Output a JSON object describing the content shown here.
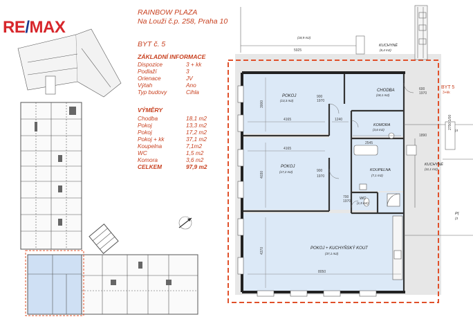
{
  "brand": {
    "logo_left": "RE",
    "logo_slash": "/",
    "logo_right": "MAX"
  },
  "header": {
    "title": "RAINBOW PLAZA",
    "address": "Na Louži č.p. 258, Praha 10"
  },
  "apartment": {
    "label": "BYT č. 5"
  },
  "basic_info": {
    "heading": "ZÁKLADNÍ INFORMACE",
    "rows": [
      {
        "key": "Dispozice",
        "value": "3 + kk"
      },
      {
        "key": "Podlaží",
        "value": "3"
      },
      {
        "key": "Orienace",
        "value": "JV"
      },
      {
        "key": "Výtah",
        "value": "Ano"
      },
      {
        "key": "Typ budovy",
        "value": "Cihla"
      }
    ]
  },
  "areas": {
    "heading": "VÝMĚRY",
    "rows": [
      {
        "key": "Chodba",
        "value": "18,1 m2"
      },
      {
        "key": "Pokoj",
        "value": "13,3 m2"
      },
      {
        "key": "Pokoj",
        "value": "17,2 m2"
      },
      {
        "key": "Pokoj + kk",
        "value": "37,1 m2"
      },
      {
        "key": "Koupelna",
        "value": "7,1m2"
      },
      {
        "key": "WC",
        "value": "1,5 m2"
      },
      {
        "key": "Komora",
        "value": "3,6 m2"
      }
    ],
    "total_key": "CELKEM",
    "total_value": "97,9 m2"
  },
  "plan": {
    "unit_label": "BYT 5",
    "unit_type": "3+kk",
    "rooms": {
      "pokoj1": {
        "name": "POKOJ",
        "area": "(13,3 m2)"
      },
      "chodba": {
        "name": "CHODBA",
        "area": "(18,1 m2)"
      },
      "komora": {
        "name": "KOMORA",
        "area": "(3,6 m2)"
      },
      "pokoj2": {
        "name": "POKOJ",
        "area": "(17,2 m2)"
      },
      "koupelna": {
        "name": "KOUPELNA",
        "area": "(7,1 m2)"
      },
      "wc": {
        "name": "WC",
        "area": "(1,5 m2)"
      },
      "obyvak": {
        "name": "POKOJ + KUCHYŇSKÝ KOUT",
        "area": "(37,1 m2)"
      },
      "kuchyne_top": {
        "name": "KUCHYNĚ",
        "area": "(6,4 m2)"
      },
      "kuchyne_right": {
        "name": "KUCHYNĚ",
        "area": "(11,1 m2)"
      },
      "top_left_area": "(18,9 m2)",
      "p_right": "P(",
      "p_right_area": "(3",
      "r_partial": "(4"
    },
    "dimensions": {
      "d5925": "5925",
      "d4165a": "4165",
      "d4165b": "4165",
      "d1240": "1240",
      "d2545": "2545",
      "d8050": "8050",
      "d3000": "3000",
      "d4030": "4030",
      "d4370": "4370",
      "d1890": "1890",
      "door_900_1970": "900",
      "door_h_1970": "1970",
      "door_700": "700",
      "door_600": "600",
      "d2750": "2750 1/00"
    }
  },
  "colors": {
    "red": "#d7262b",
    "blue": "#1a3a8f",
    "orange": "#c8401f",
    "room_fill": "#dce9f7",
    "dash": "#e0502a"
  }
}
